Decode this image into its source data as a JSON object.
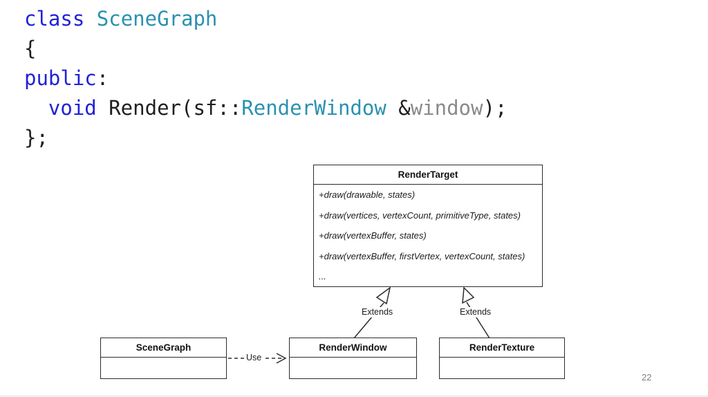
{
  "page": {
    "number": "22"
  },
  "code": {
    "line1": {
      "kw": "class",
      "sp": " ",
      "type": "SceneGraph"
    },
    "line2": {
      "text": "{"
    },
    "line3": {
      "kw": "public",
      "punct": ":"
    },
    "line4": {
      "indent": "  ",
      "kw": "void",
      "p1": " Render(sf::",
      "type": "RenderWindow",
      "p2": " &",
      "param": "window",
      "p3": ");"
    },
    "line5": {
      "text": "};"
    }
  },
  "diagram": {
    "render_target": {
      "title": "RenderTarget",
      "methods": [
        "+draw(drawable, states)",
        "+draw(vertices, vertexCount, primitiveType, states)",
        "+draw(vertexBuffer, states)",
        "+draw(vertexBuffer, firstVertex, vertexCount, states)",
        "..."
      ]
    },
    "scene_graph": {
      "title": "SceneGraph"
    },
    "render_window": {
      "title": "RenderWindow"
    },
    "render_texture": {
      "title": "RenderTexture"
    },
    "labels": {
      "extends_left": "Extends",
      "extends_right": "Extends",
      "use": "Use"
    },
    "relations": [
      {
        "from": "RenderWindow",
        "to": "RenderTarget",
        "type": "extends"
      },
      {
        "from": "RenderTexture",
        "to": "RenderTarget",
        "type": "extends"
      },
      {
        "from": "SceneGraph",
        "to": "RenderWindow",
        "type": "use"
      }
    ]
  },
  "colors": {
    "keyword_blue": "#2121d8",
    "type_teal": "#2b91af",
    "param_gray": "#8a8a8a",
    "code_black": "#1f1f1f",
    "uml_line": "#2b2b2b",
    "page_number_gray": "#7f7f7f"
  }
}
